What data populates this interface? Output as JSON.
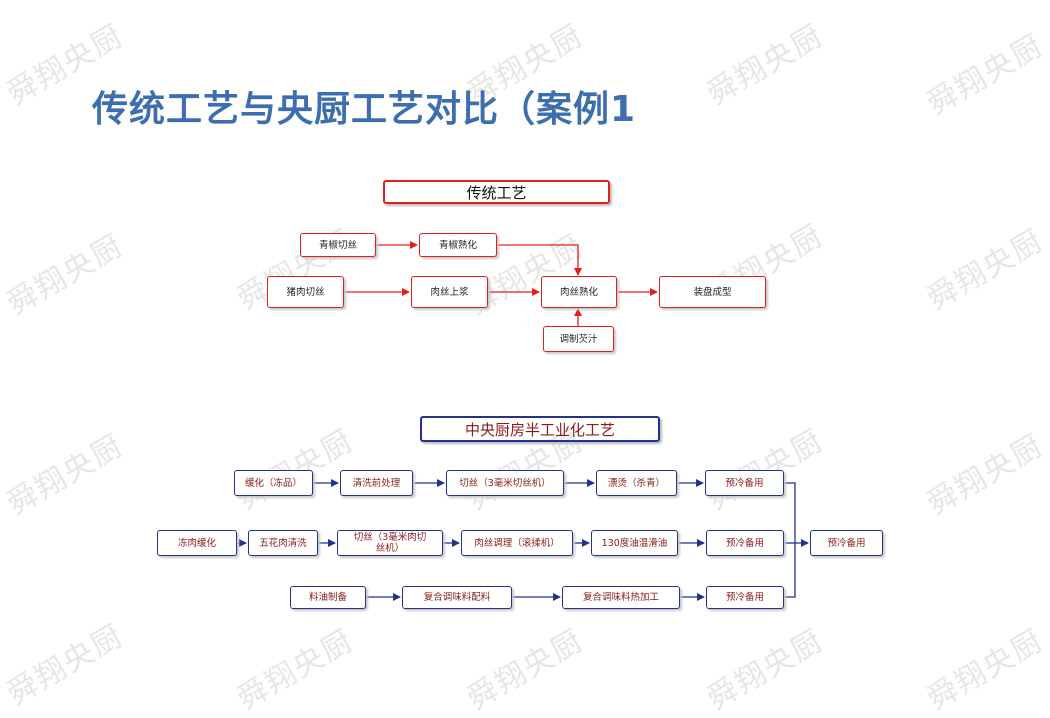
{
  "title": "传统工艺与央厨工艺对比（案例1",
  "watermark": "舜翔央厨",
  "traditional": {
    "header": "传统工艺",
    "nodes": {
      "qingjiao_qiesi": "青椒切丝",
      "qingjiao_shuhua": "青椒熟化",
      "zhurou_qiesi": "猪肉切丝",
      "rousi_shangjiang": "肉丝上浆",
      "rousi_shuhua": "肉丝熟化",
      "zhuangpan": "装盘成型",
      "tiaozhi": "调制芡汁"
    }
  },
  "central": {
    "header": "中央厨房半工业化工艺",
    "row1": [
      "缓化（冻品）",
      "清洗前处理",
      "切丝（3毫米切丝机）",
      "漂烫（杀青）",
      "预冷备用"
    ],
    "row2": [
      "冻肉缓化",
      "五花肉清洗",
      "切丝（3毫米肉切丝机）",
      "肉丝调理（滚揉机）",
      "130度油温滑油",
      "预冷备用"
    ],
    "row3": [
      "料油制备",
      "复合调味料配料",
      "复合调味料热加工",
      "预冷备用"
    ],
    "final": "预冷备用"
  },
  "colors": {
    "title": "#3d6fb0",
    "red": "#e02020",
    "blue": "#24328f",
    "blue_text": "#8b1a1a"
  }
}
